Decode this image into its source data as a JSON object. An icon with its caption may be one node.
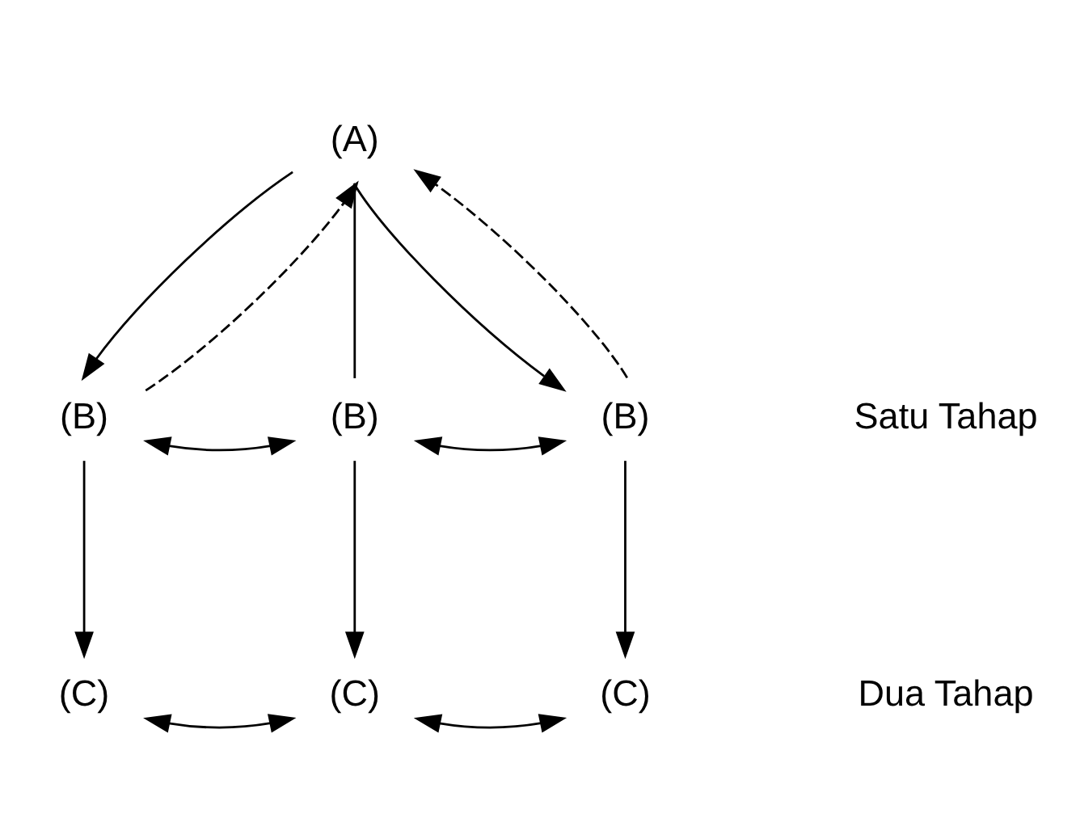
{
  "diagram": {
    "nodes": [
      {
        "text": [
          "(A)"
        ]
      },
      {
        "text": [
          "(B)"
        ]
      },
      {
        "text": [
          "(B)"
        ]
      },
      {
        "text": [
          "(B)"
        ]
      },
      {
        "text": [
          "(C)"
        ]
      },
      {
        "text": [
          "(C)"
        ]
      },
      {
        "text": [
          "(C)"
        ]
      }
    ],
    "edges": [
      {
        "from": 0,
        "to": 1,
        "arrow": "to"
      },
      {
        "from": 0,
        "to": 2,
        "arrow": "none"
      },
      {
        "from": 0,
        "to": 3,
        "arrow": "to"
      },
      {
        "from": 1,
        "to": 0,
        "arrow": "to",
        "style": "dashed"
      },
      {
        "from": 3,
        "to": 0,
        "arrow": "to",
        "style": "dashed"
      },
      {
        "from": 1,
        "to": 2,
        "arrow": "both"
      },
      {
        "from": 2,
        "to": 3,
        "arrow": "both"
      },
      {
        "from": 1,
        "to": 4,
        "arrow": "to"
      },
      {
        "from": 2,
        "to": 5,
        "arrow": "to"
      },
      {
        "from": 3,
        "to": 6,
        "arrow": "to"
      },
      {
        "from": 4,
        "to": 5,
        "arrow": "both"
      },
      {
        "from": 5,
        "to": 6,
        "arrow": "both"
      }
    ],
    "labels": [
      "Satu Tahap",
      "Dua Tahap"
    ]
  }
}
